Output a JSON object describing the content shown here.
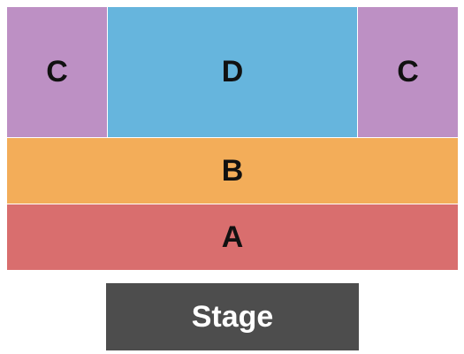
{
  "seating_map": {
    "sections": [
      {
        "id": "c_left",
        "label": "C",
        "color": "#bd90c4"
      },
      {
        "id": "d",
        "label": "D",
        "color": "#66b5dd"
      },
      {
        "id": "c_right",
        "label": "C",
        "color": "#bd90c4"
      },
      {
        "id": "b",
        "label": "B",
        "color": "#f3ad59"
      },
      {
        "id": "a",
        "label": "A",
        "color": "#d96e6e"
      }
    ],
    "stage": {
      "label": "Stage",
      "color": "#4d4d4d"
    }
  }
}
